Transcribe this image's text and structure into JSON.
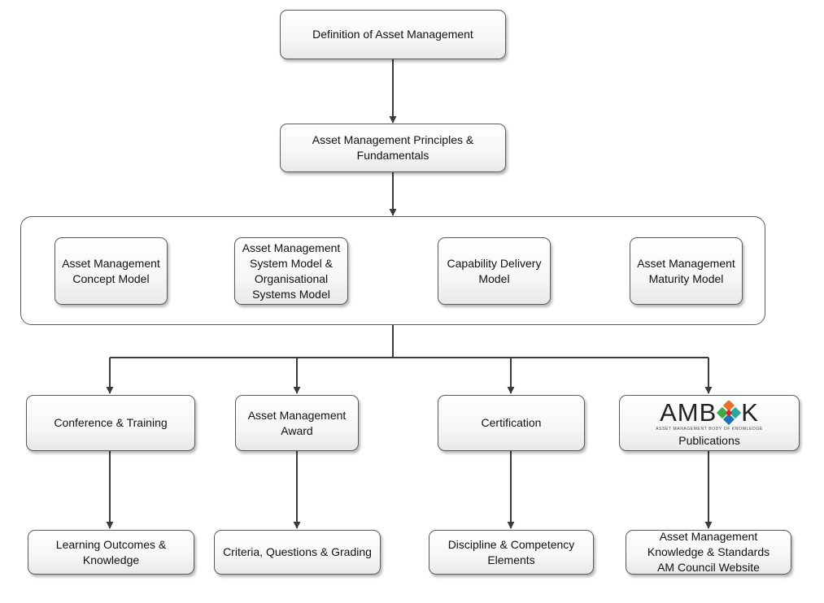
{
  "colors": {
    "stroke": "#3a3a3a",
    "node_border": "#5a5a5a",
    "logo_orange": "#e8702a",
    "logo_green": "#3aaa48",
    "logo_blue": "#1f73b7",
    "logo_teal": "#2aa89a",
    "logo_red": "#d6272b"
  },
  "nodes": {
    "definition": "Definition of Asset Management",
    "principles": "Asset Management Principles &\nFundamentals",
    "concept_model": "Asset Management\nConcept Model",
    "system_model": "Asset Management\nSystem Model &\nOrganisational\nSystems Model",
    "capability_model": "Capability Delivery\nModel",
    "maturity_model": "Asset Management\nMaturity Model",
    "conference": "Conference & Training",
    "award": "Asset Management\nAward",
    "certification": "Certification",
    "publications": "Publications",
    "learning": "Learning Outcomes &\nKnowledge",
    "criteria": "Criteria, Questions & Grading",
    "discipline": "Discipline & Competency\nElements",
    "standards": "Asset Management\nKnowledge & Standards\nAM Council Website"
  },
  "logo": {
    "letters_left": "AMB",
    "letters_right": "K",
    "tagline": "ASSET MANAGEMENT BODY OF KNOWLEDGE",
    "mark_icon": "ambok-diamond-mark-icon"
  }
}
